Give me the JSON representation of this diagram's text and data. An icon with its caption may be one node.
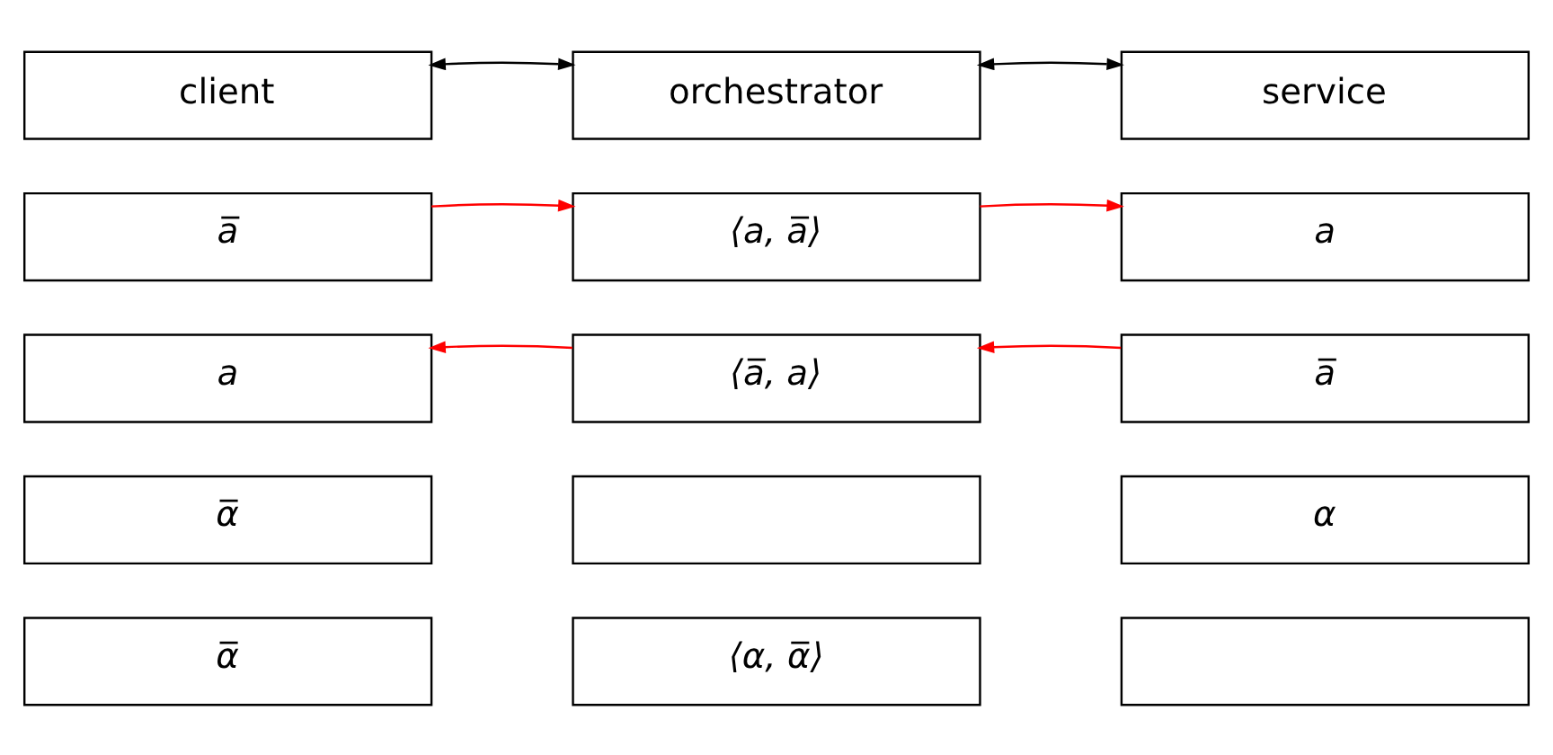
{
  "diagram": {
    "nodes": [
      {
        "text": [
          "client"
        ]
      },
      {
        "text": [
          "orchestrator"
        ]
      },
      {
        "text": [
          "service"
        ]
      },
      {
        "text": [
          "a̅"
        ]
      },
      {
        "text": [
          "⟨a, a̅⟩"
        ]
      },
      {
        "text": [
          "a"
        ]
      },
      {
        "text": [
          "a"
        ]
      },
      {
        "text": [
          "⟨a̅, a⟩"
        ]
      },
      {
        "text": [
          "a̅"
        ]
      },
      {
        "text": [
          "α̅"
        ]
      },
      {
        "text": [],
        "shape": "box"
      },
      {
        "text": [
          "α"
        ]
      },
      {
        "text": [
          "α̅"
        ]
      },
      {
        "text": [
          "⟨α, α̅⟩"
        ]
      },
      {
        "text": [],
        "shape": "box"
      }
    ],
    "edges": [
      {
        "from": 0,
        "to": 1,
        "arrow": "both",
        "color": "#000000"
      },
      {
        "from": 1,
        "to": 2,
        "arrow": "both",
        "color": "#000000"
      },
      {
        "from": 3,
        "to": 4,
        "arrow": "to"
      },
      {
        "from": 4,
        "to": 5,
        "arrow": "to"
      },
      {
        "from": 7,
        "to": 6,
        "arrow": "to"
      },
      {
        "from": 8,
        "to": 7,
        "arrow": "to"
      }
    ]
  }
}
